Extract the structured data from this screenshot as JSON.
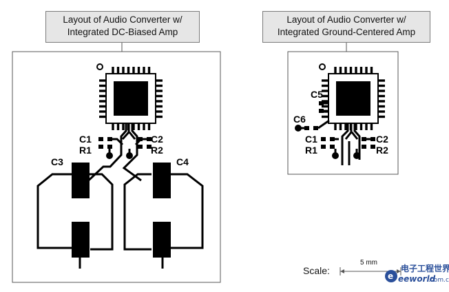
{
  "left_panel": {
    "title_line1": "Layout of Audio Converter w/",
    "title_line2": "Integrated DC-Biased Amp",
    "labels": {
      "c1": "C1",
      "r1": "R1",
      "c2": "C2",
      "r2": "R2",
      "c3": "C3",
      "c4": "C4"
    }
  },
  "right_panel": {
    "title_line1": "Layout of Audio Converter w/",
    "title_line2": "Integrated Ground-Centered Amp",
    "labels": {
      "c5": "C5",
      "c6": "C6",
      "c1": "C1",
      "r1": "R1",
      "c2": "C2",
      "r2": "R2"
    }
  },
  "scale": {
    "label": "Scale:",
    "value": "5 mm"
  },
  "watermark": {
    "brand": "eeworld",
    "domain": ".com.cn",
    "cn_title": "电子工程世界"
  },
  "colors": {
    "trace": "#000000",
    "frame": "#555555",
    "title_bg": "#e6e6e6",
    "watermark": "#2a4f9a"
  }
}
